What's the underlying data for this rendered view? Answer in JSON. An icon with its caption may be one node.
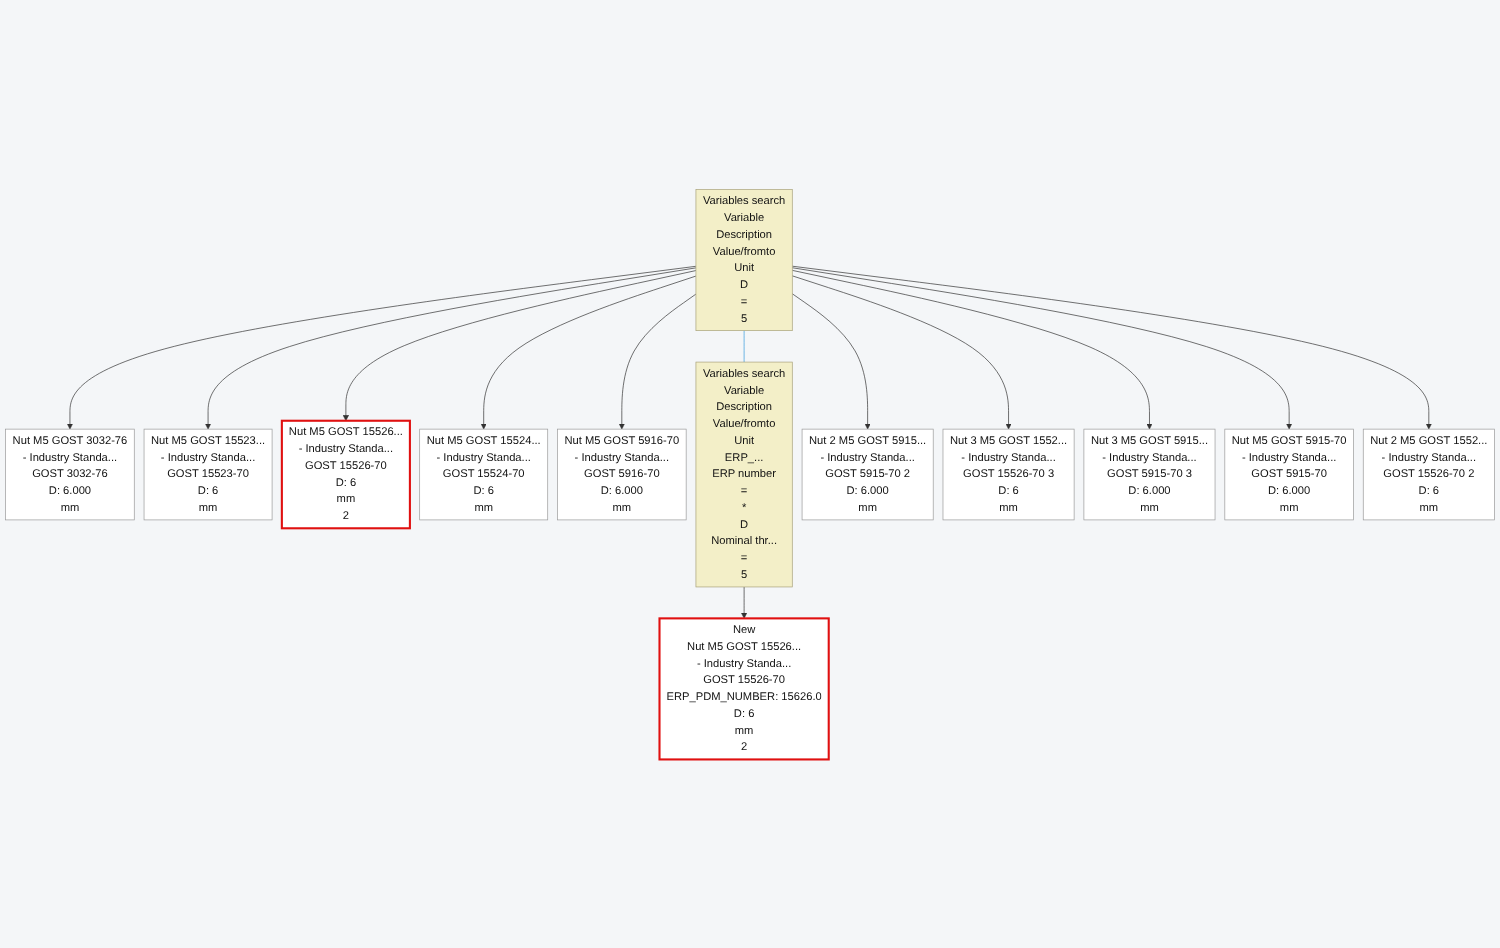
{
  "diagram": {
    "nodes": [
      {
        "text": [
          "Nut M5 GOST 3032-76",
          "- Industry Standa...",
          "GOST 3032-76",
          "D: 6.000",
          "mm"
        ]
      },
      {
        "text": [
          "Nut M5 GOST 15523...",
          "- Industry Standa...",
          "GOST 15523-70",
          "D: 6",
          "mm"
        ]
      },
      {
        "text": [
          "Nut M5 GOST 15526...",
          "- Industry Standa...",
          "GOST 15526-70",
          "D: 6",
          "mm",
          "2"
        ]
      },
      {
        "text": [
          "Nut M5 GOST 15524...",
          "- Industry Standa...",
          "GOST 15524-70",
          "D: 6",
          "mm"
        ]
      },
      {
        "text": [
          "New",
          "Nut M5 GOST 15526...",
          "- Industry Standa...",
          "GOST 15526-70",
          "ERP_PDM_NUMBER: 15626.0",
          "D: 6",
          "mm",
          "2"
        ]
      },
      {
        "text": [
          "Variables search",
          "Variable",
          "Description",
          "Value/fromto",
          "Unit",
          "D",
          "=",
          "5"
        ]
      },
      {
        "text": [
          "Nut M5 GOST 5916-70",
          "- Industry Standa...",
          "GOST 5916-70",
          "D: 6.000",
          "mm"
        ]
      },
      {
        "text": [
          "Variables search",
          "Variable",
          "Description",
          "Value/fromto",
          "Unit",
          "ERP_...",
          "ERP number",
          "=",
          "*",
          "D",
          "Nominal thr...",
          "=",
          "5"
        ]
      },
      {
        "text": [
          "Nut 2 M5 GOST 5915...",
          "- Industry Standa...",
          "GOST 5915-70 2",
          "D: 6.000",
          "mm"
        ]
      },
      {
        "text": [
          "Nut 3 M5 GOST 1552...",
          "- Industry Standa...",
          "GOST 15526-70 3",
          "D: 6",
          "mm"
        ]
      },
      {
        "text": [
          "Nut 3 M5 GOST 5915...",
          "- Industry Standa...",
          "GOST 5915-70 3",
          "D: 6.000",
          "mm"
        ]
      },
      {
        "text": [
          "Nut M5 GOST 5915-70",
          "- Industry Standa...",
          "GOST 5915-70",
          "D: 6.000",
          "mm"
        ]
      },
      {
        "text": [
          "Nut 2 M5 GOST 1552...",
          "- Industry Standa...",
          "GOST 15526-70 2",
          "D: 6",
          "mm"
        ]
      }
    ],
    "edges": [
      {
        "from": 5,
        "to": 0,
        "arrow": "to"
      },
      {
        "from": 5,
        "to": 1,
        "arrow": "to"
      },
      {
        "from": 5,
        "to": 2,
        "arrow": "to"
      },
      {
        "from": 5,
        "to": 3,
        "arrow": "to"
      },
      {
        "from": 5,
        "to": 6,
        "arrow": "to"
      },
      {
        "from": 5,
        "to": 8,
        "arrow": "to"
      },
      {
        "from": 5,
        "to": 9,
        "arrow": "to"
      },
      {
        "from": 5,
        "to": 12,
        "arrow": "to"
      },
      {
        "from": 5,
        "to": 10,
        "arrow": "to"
      },
      {
        "from": 5,
        "to": 11,
        "arrow": "to"
      },
      {
        "from": 7,
        "to": 4,
        "arrow": "to"
      },
      {
        "from": 7,
        "to": 5,
        "arrow": "none",
        "color": "#3399dd"
      }
    ]
  }
}
